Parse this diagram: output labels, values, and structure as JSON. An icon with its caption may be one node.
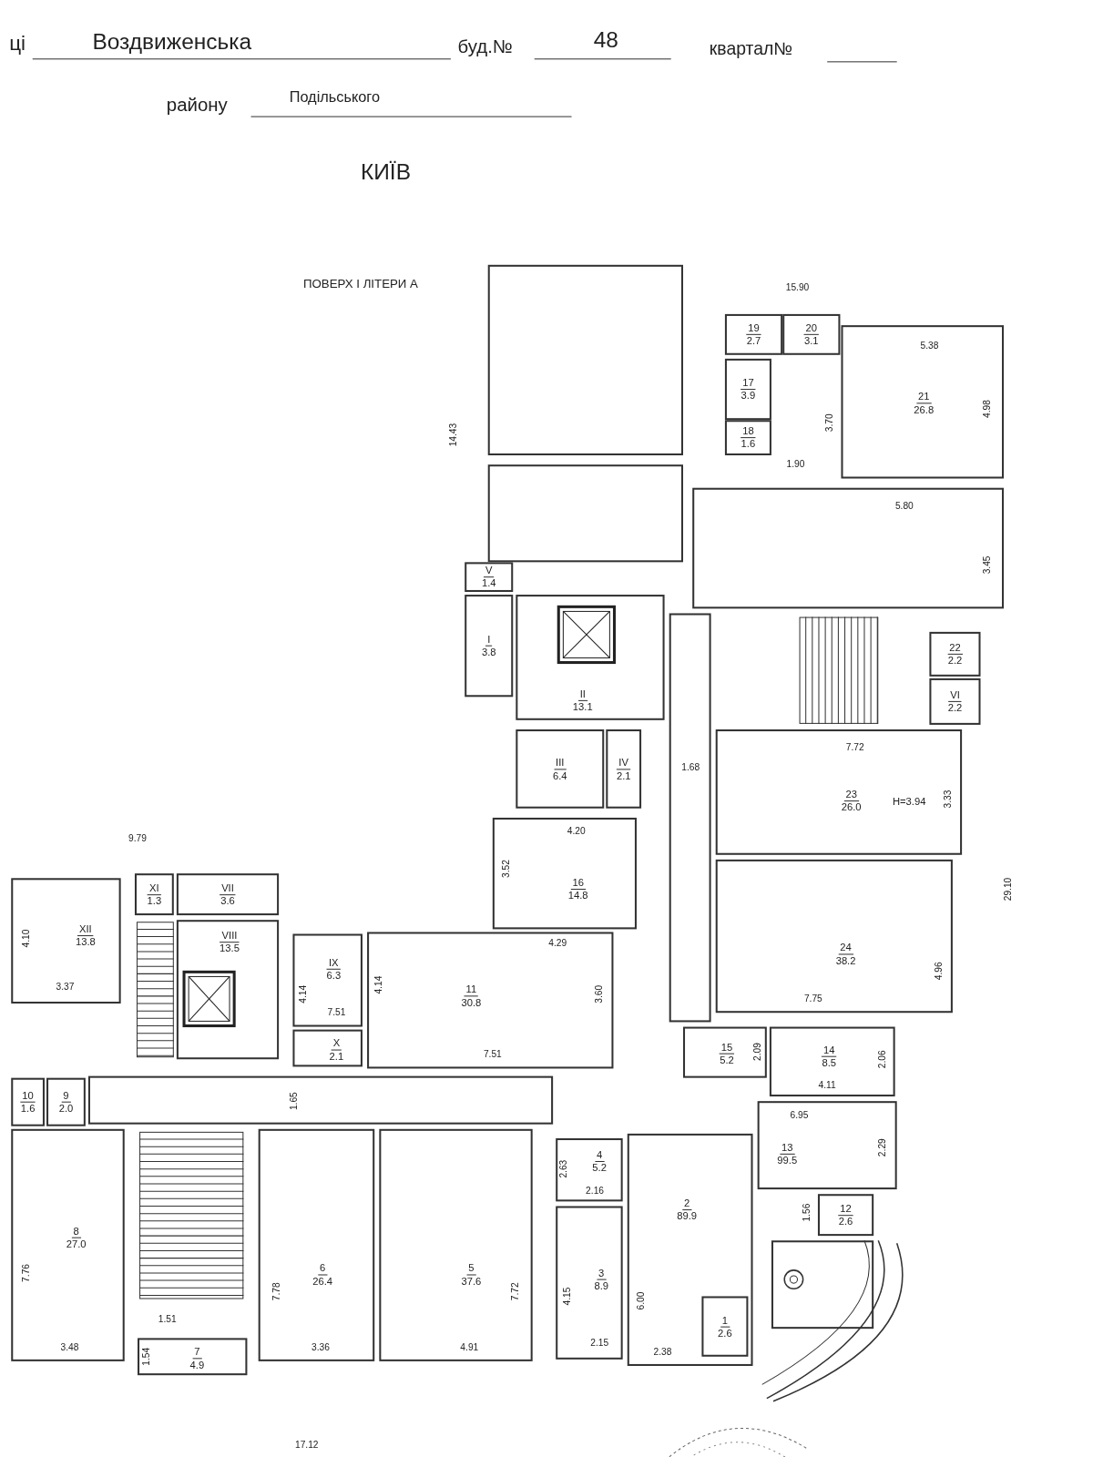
{
  "diagram": {
    "title": "КИЇВ",
    "nodes": [
      {
        "text": [],
        "shape": "box"
      },
      {
        "text": [],
        "shape": "box"
      },
      {
        "text": [
          "19",
          "2.7"
        ]
      },
      {
        "text": [
          "20",
          "3.1"
        ]
      },
      {
        "text": [
          "21",
          "26.8"
        ]
      },
      {
        "text": [
          "17",
          "3.9"
        ]
      },
      {
        "text": [
          "18",
          "1.6"
        ]
      },
      {
        "text": [],
        "shape": "box"
      },
      {
        "text": [
          "V",
          "1.4"
        ]
      },
      {
        "text": [
          "I",
          "3.8"
        ]
      },
      {
        "text": [
          "II",
          "13.1"
        ]
      },
      {
        "text": [
          "22",
          "2.2"
        ]
      },
      {
        "text": [
          "VI",
          "2.2"
        ]
      },
      {
        "text": [
          "III",
          "6.4"
        ]
      },
      {
        "text": [
          "IV",
          "2.1"
        ]
      },
      {
        "text": [
          "23",
          "26.0",
          "H=3.94"
        ]
      },
      {
        "text": [],
        "shape": "box"
      },
      {
        "text": [
          "16",
          "14.8"
        ]
      },
      {
        "text": [
          "XI",
          "1.3"
        ]
      },
      {
        "text": [
          "VII",
          "3.6"
        ]
      },
      {
        "text": [
          "XII",
          "13.8"
        ]
      },
      {
        "text": [
          "VIII",
          "13.5"
        ]
      },
      {
        "text": [
          "IX",
          "6.3"
        ]
      },
      {
        "text": [
          "11",
          "30.8"
        ]
      },
      {
        "text": [
          "24",
          "38.2"
        ]
      },
      {
        "text": [
          "X",
          "2.1"
        ]
      },
      {
        "text": [
          "15",
          "5.2"
        ]
      },
      {
        "text": [
          "14",
          "8.5"
        ]
      },
      {
        "text": [
          "13",
          "99.5"
        ]
      },
      {
        "text": [
          "10",
          "1.6"
        ]
      },
      {
        "text": [
          "9",
          "2.0"
        ]
      },
      {
        "text": [],
        "shape": "box"
      },
      {
        "text": [
          "12",
          "2.6"
        ]
      },
      {
        "text": [
          "4",
          "5.2"
        ]
      },
      {
        "text": [
          "2",
          "89.9"
        ]
      },
      {
        "text": [],
        "shape": "box"
      },
      {
        "text": [
          "8",
          "27.0"
        ]
      },
      {
        "text": [
          "6",
          "26.4"
        ]
      },
      {
        "text": [
          "5",
          "37.6"
        ]
      },
      {
        "text": [
          "3",
          "8.9"
        ]
      },
      {
        "text": [
          "1",
          "2.6"
        ],
        "in": 34
      },
      {
        "text": [
          "7",
          "4.9"
        ]
      }
    ],
    "labels": [
      "ці",
      "Воздвиженська",
      "буд.№",
      "48",
      "квартал№",
      "району",
      "Подільського",
      "ПОВЕРХ І ЛІТЕРИ А",
      "15.90",
      "14.43",
      "5.38",
      "4.98",
      "3.70",
      "1.90",
      "5.80",
      "3.45",
      "7.72",
      "1.68",
      "3.33",
      "29.10",
      "4.20",
      "3.52",
      "4.29",
      "3.60",
      "4.96",
      "7.75",
      "2.09",
      "2.06",
      "4.11",
      "6.95",
      "2.29",
      "1.56",
      "9.79",
      "4.10",
      "3.37",
      "4.14",
      "7.51",
      "4.14",
      "7.51",
      "1.65",
      "7.76",
      "3.48",
      "1.51",
      "1.54",
      "7.78",
      "3.36",
      "7.72",
      "4.91",
      "17.12",
      "2.63",
      "2.16",
      "4.15",
      "2.15",
      "6.00",
      "2.38"
    ]
  }
}
